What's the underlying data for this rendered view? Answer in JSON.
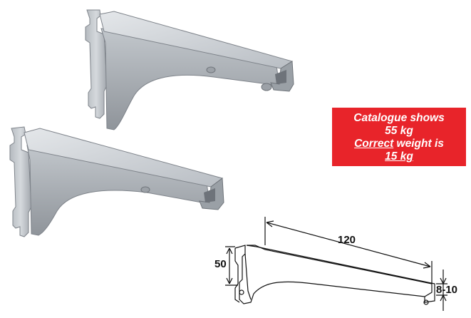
{
  "notice": {
    "line1": "Catalogue shows",
    "line2": "55 kg",
    "line3_underlined": "Correct",
    "line3_rest": " weight is",
    "line4": "15 kg",
    "background": "#e8242a",
    "text_color": "#ffffff"
  },
  "dimensions": {
    "length": "120",
    "height": "50",
    "slot": "8-10"
  },
  "colors": {
    "bracket_light": "#cdd2d7",
    "bracket_mid": "#aeb3b9",
    "bracket_dark": "#8d9298",
    "line_drawing": "#111111"
  }
}
